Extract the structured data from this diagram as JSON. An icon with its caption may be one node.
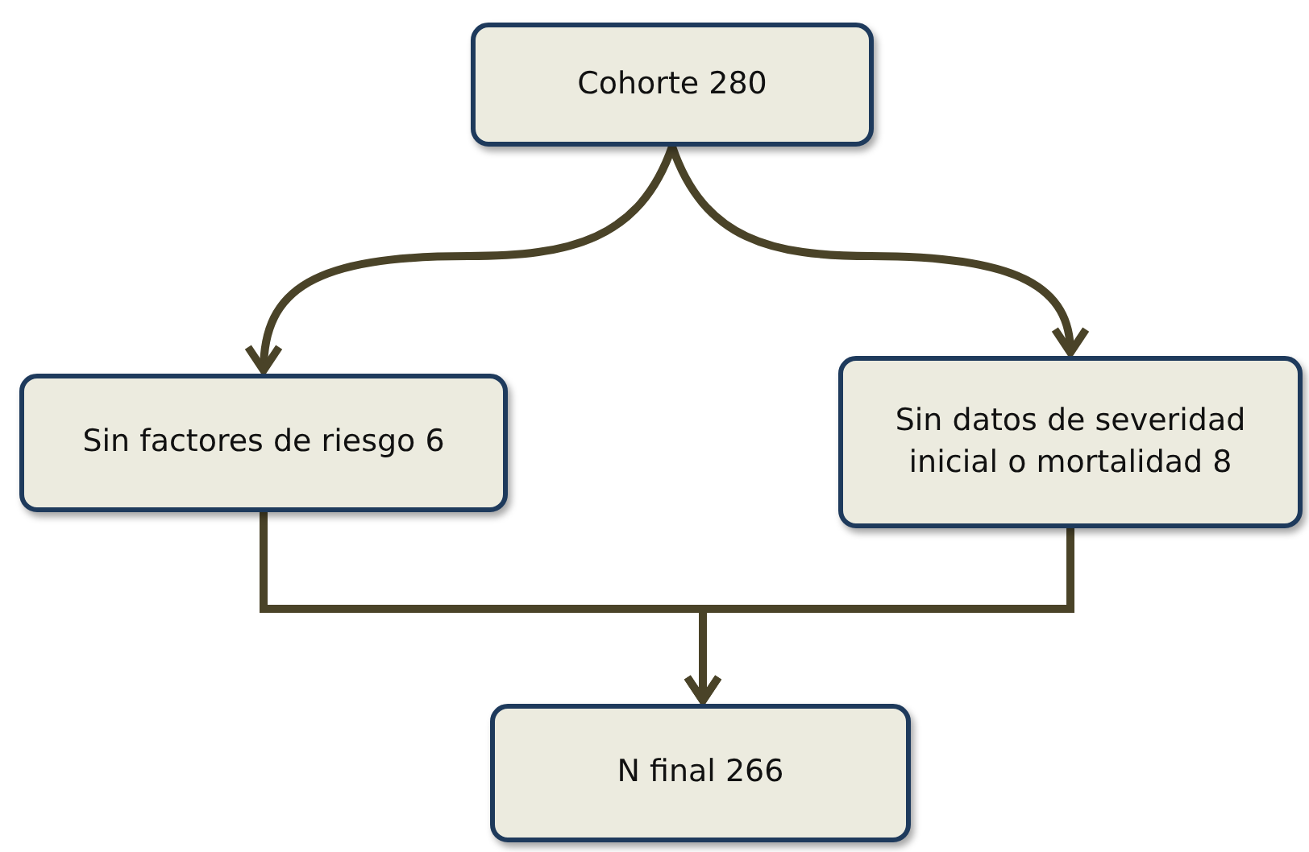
{
  "diagram": {
    "nodes": [
      {
        "text": [
          "Cohorte 280"
        ]
      },
      {
        "text": [
          "Sin factores de riesgo 6"
        ]
      },
      {
        "text": [
          "Sin datos de severidad inicial o mortalidad 8"
        ]
      },
      {
        "text": [
          "N final 266"
        ]
      }
    ],
    "edges": [
      {
        "from": 0,
        "to": 1,
        "arrow": "to"
      },
      {
        "from": 0,
        "to": 2,
        "arrow": "to"
      },
      {
        "from": 1,
        "to": 3,
        "arrow": "to"
      },
      {
        "from": 2,
        "to": 3,
        "arrow": "to"
      }
    ]
  }
}
